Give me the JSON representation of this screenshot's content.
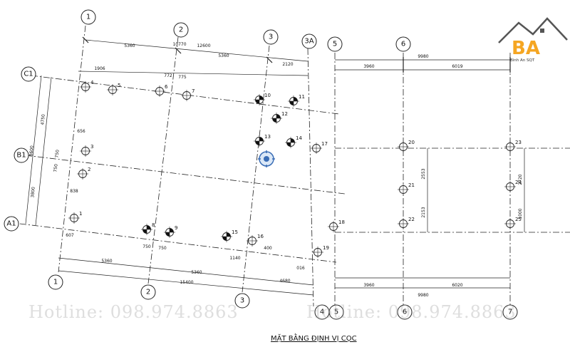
{
  "title": "MẶT BẰNG ĐỊNH VỊ CỌC",
  "watermark_left": "Hotline: 098.974.8863",
  "watermark_right": "Hotline: 098.974.8863",
  "logo": {
    "mark": "BA",
    "text": "Bình An SQT",
    "color": "#f5a623"
  },
  "grid_bubbles": [
    "1",
    "2",
    "3",
    "3A",
    "C1",
    "B1",
    "A1",
    "5",
    "6",
    "7",
    "4"
  ],
  "dims_top": [
    "5360",
    "10770",
    "12600",
    "5360",
    "2120",
    "1906",
    "772",
    "775"
  ],
  "dims_bottom": [
    "5360",
    "5360",
    "15400",
    "4680",
    "750",
    "750",
    "1140",
    "400",
    "016"
  ],
  "dims_left": [
    "4750",
    "8600",
    "3800",
    "656",
    "838",
    "750",
    "750",
    "607"
  ],
  "dims_right_top": [
    "3960",
    "9980",
    "6019"
  ],
  "dims_right_bottom": [
    "3960",
    "9980",
    "6020"
  ],
  "dims_right_inner": [
    "2553",
    "2153",
    "2720",
    "1000"
  ],
  "piles": [
    "1",
    "2",
    "3",
    "4",
    "5",
    "6",
    "7",
    "8",
    "9",
    "10",
    "11",
    "12",
    "13",
    "14",
    "15",
    "16",
    "17",
    "18",
    "19",
    "20",
    "21",
    "22",
    "23",
    "24",
    "25"
  ]
}
